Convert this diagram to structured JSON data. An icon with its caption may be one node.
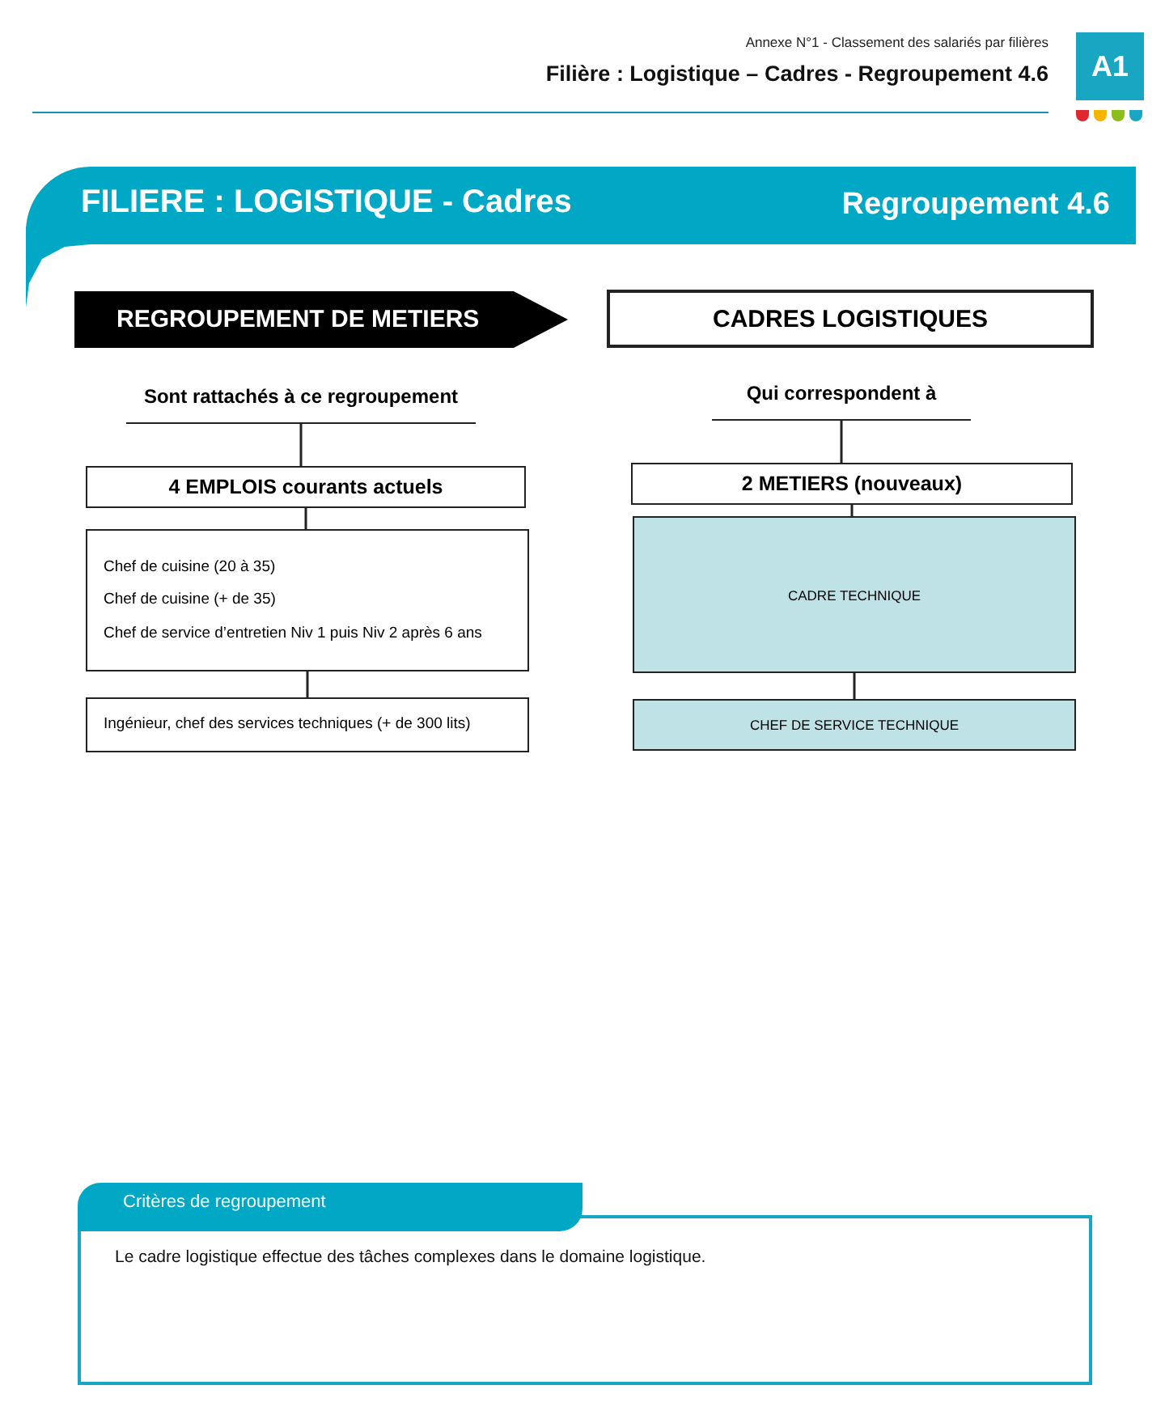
{
  "diagram": {
    "title": "FILIERE : LOGISTIQUE - Cadres",
    "nodes": [
      {
        "text": [
          "REGROUPEMENT DE METIERS"
        ]
      },
      {
        "text": [
          "CADRES LOGISTIQUES"
        ]
      },
      {
        "text": [
          "Sont rattachés à ce regroupement"
        ]
      },
      {
        "text": [
          "4 EMPLOIS courants actuels"
        ]
      },
      {
        "text": [
          "Chef de cuisine (20 à 35)",
          "Chef de cuisine (+ de 35)",
          "Chef de service d’entretien Niv 1 puis Niv 2 après 6 ans"
        ]
      },
      {
        "text": [
          "Ingénieur, chef des services techniques (+ de 300 lits)"
        ]
      },
      {
        "text": [
          "Qui correspondent à"
        ]
      },
      {
        "text": [
          "2 METIERS (nouveaux)"
        ]
      },
      {
        "text": [
          "CADRE TECHNIQUE"
        ]
      },
      {
        "text": [
          "CHEF DE SERVICE TECHNIQUE"
        ]
      },
      {
        "text": [
          "Critères de regroupement",
          "Le cadre logistique effectue des tâches complexes dans le domaine logistique."
        ]
      }
    ],
    "edges": [
      {
        "from": 2,
        "to": 3,
        "arrow": "none"
      },
      {
        "from": 3,
        "to": 4,
        "arrow": "none"
      },
      {
        "from": 4,
        "to": 5,
        "arrow": "none"
      },
      {
        "from": 6,
        "to": 7,
        "arrow": "none"
      },
      {
        "from": 7,
        "to": 8,
        "arrow": "none"
      },
      {
        "from": 8,
        "to": 9,
        "arrow": "none"
      }
    ],
    "labels": [
      "Annexe N°1 - Classement des salariés par filières",
      "Filière : Logistique – Cadres - Regroupement 4.6",
      "A1",
      "Regroupement 4.6"
    ]
  }
}
